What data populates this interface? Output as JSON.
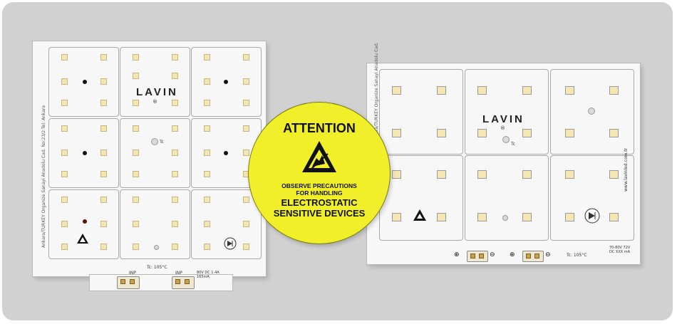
{
  "left_board": {
    "brand": "LAVIN",
    "reg_mark": "®",
    "side_text": "Ankara/TURKEY  Organize Sanayi  Anadolu Cad. No:23/2  Tel:  Ankara",
    "tc_marker": "Tc",
    "tc_label": "Tc: 105°C",
    "inp_label_1": "INP",
    "inp_label_2": "INP",
    "spec_text": "80V DC 1.4A 165mA"
  },
  "sticker": {
    "title": "ATTENTION",
    "line1": "OBSERVE PRECAUTIONS",
    "line2": "FOR HANDLING",
    "line3": "ELECTROSTATIC",
    "line4": "SENSITIVE DEVICES"
  },
  "right_board": {
    "brand": "LAVIN",
    "reg_mark": "®",
    "side_text": "Ankara/TURKEY  Organize Sanayi  Anadolu Cad.",
    "right_vertical_text": "www.lavinled.com.tr",
    "tc_marker": "Tc",
    "tc_label": "Tc: 105°C",
    "spec_text": "70-80V 72V DC XXX mA",
    "plus_symbol": "⊕",
    "minus_symbol": "⊖"
  }
}
